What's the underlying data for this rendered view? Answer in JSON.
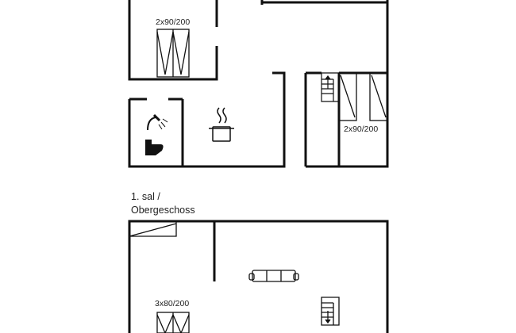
{
  "floors": [
    {
      "name": "",
      "beds": [
        {
          "label": "2x90/200"
        },
        {
          "label": "2x90/200"
        }
      ],
      "icons": [
        "shower-icon",
        "toilet-icon",
        "cooking-pot-icon",
        "staircase-icon"
      ]
    },
    {
      "name_line1": "1. sal /",
      "name_line2": "Obergeschoss",
      "beds": [
        {
          "label": "3x80/200"
        }
      ],
      "icons": [
        "sofa-icon",
        "staircase-icon"
      ]
    }
  ],
  "colors": {
    "wall": "#111111",
    "background": "#ffffff"
  }
}
